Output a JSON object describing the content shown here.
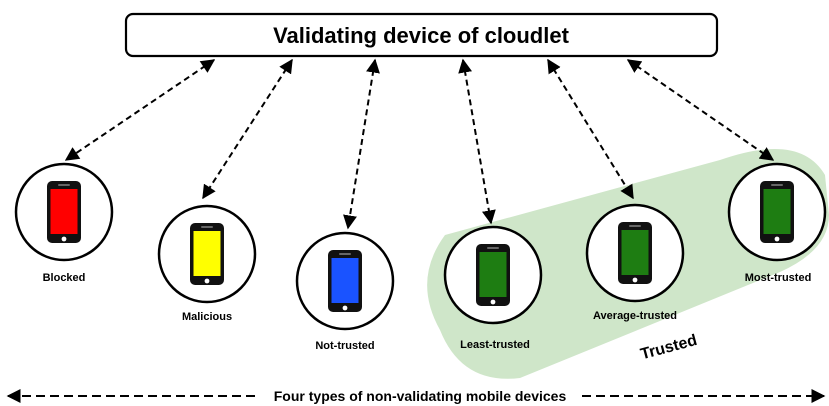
{
  "header": {
    "title": "Validating device of cloudlet"
  },
  "devices": [
    {
      "label": "Blocked",
      "screen_color": "#ff0000"
    },
    {
      "label": "Malicious",
      "screen_color": "#ffff00"
    },
    {
      "label": "Not-trusted",
      "screen_color": "#1a53ff"
    },
    {
      "label": "Least-trusted",
      "screen_color": "#1e7d12"
    },
    {
      "label": "Average-trusted",
      "screen_color": "#1e7d12"
    },
    {
      "label": "Most-trusted",
      "screen_color": "#1e7d12"
    }
  ],
  "trusted_group": {
    "label": "Trusted",
    "color": "#cfe6c9"
  },
  "footer": {
    "caption": "Four types of non-validating mobile devices"
  },
  "icons": {
    "device": "smartphone-icon",
    "connection": "bidirectional-dashed-arrow"
  }
}
